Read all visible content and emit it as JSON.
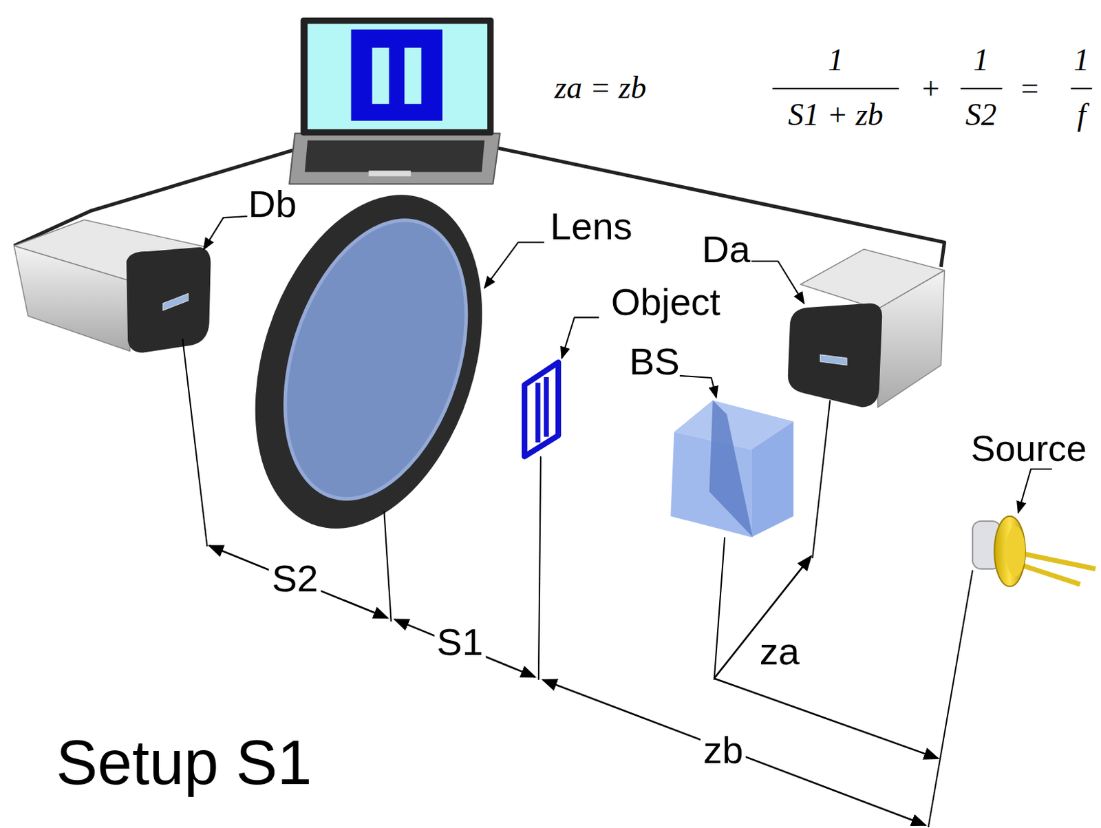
{
  "diagram": {
    "title": "Setup S1",
    "labels": [
      "Db",
      "Lens",
      "Object",
      "BS",
      "Da",
      "Source",
      "S2",
      "S1",
      "za",
      "zb",
      "za = zb",
      "1",
      "S1 + zb",
      "+",
      "1",
      "S2",
      "=",
      "1",
      "f"
    ]
  }
}
